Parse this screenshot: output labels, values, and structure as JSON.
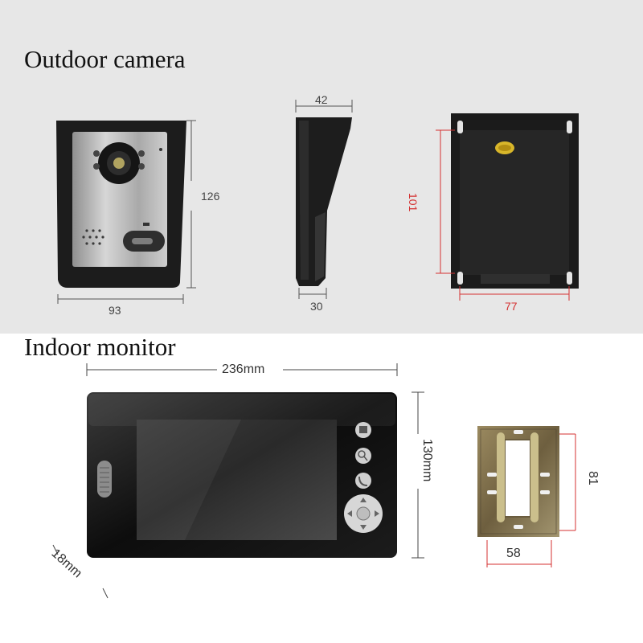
{
  "sections": {
    "outdoor_title": "Outdoor camera",
    "indoor_title": "Indoor monitor"
  },
  "outdoor_dimensions": {
    "front_height": "126",
    "front_width": "93",
    "side_depth_top": "42",
    "side_depth_bottom": "30",
    "bracket_height": "101",
    "bracket_width": "77"
  },
  "indoor_dimensions": {
    "monitor_width": "236mm",
    "monitor_height": "130mm",
    "monitor_depth": "18mm",
    "bracket_height": "81",
    "bracket_width": "58"
  },
  "colors": {
    "top_panel_bg": "#e7e7e7",
    "dimension_red": "#d43232",
    "device_black": "#1a1a1a",
    "faceplate_silver": "#b9b9b9",
    "bracket_metal": "#8a7a55"
  }
}
